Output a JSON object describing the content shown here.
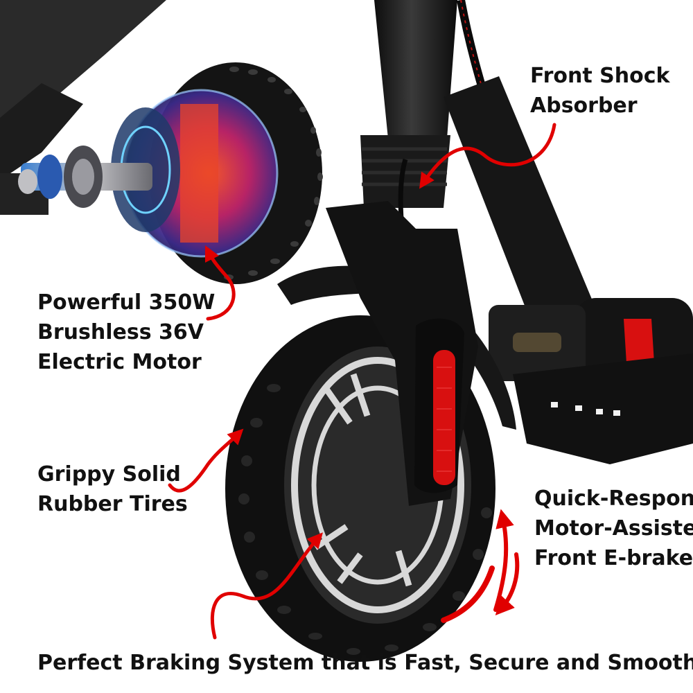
{
  "labels": {
    "front_shock": [
      "Front Shock",
      "Absorber"
    ],
    "motor": [
      "Powerful 350W",
      "Brushless 36V",
      "Electric Motor"
    ],
    "tires": [
      "Grippy Solid",
      "Rubber Tires"
    ],
    "ebrake": [
      "Quick-Respond",
      "Motor-Assisted",
      "Front E-brake"
    ],
    "braking_system": "Perfect Braking System that is Fast, Secure and Smooth"
  },
  "colors": {
    "arrow": "#e00000",
    "text": "#111111",
    "scooter_body": "#1b1b1b",
    "reflector": "#d81010",
    "hub_silver": "#d8d8d8"
  }
}
